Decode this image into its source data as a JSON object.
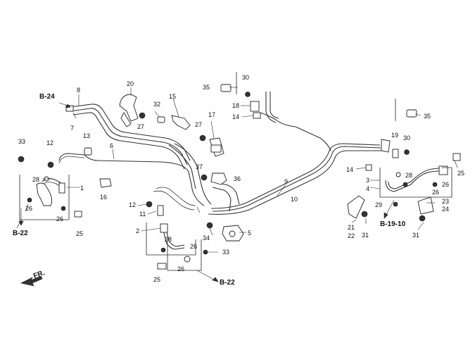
{
  "diagram": {
    "labels": {
      "l1": "1",
      "l2": "2",
      "l3": "3",
      "l4": "4",
      "l5": "5",
      "l6": "6",
      "l7": "7",
      "l8": "8",
      "l9": "9",
      "l10": "10",
      "l11": "11",
      "l12a": "12",
      "l12b": "12",
      "l13": "13",
      "l14a": "14",
      "l14b": "14",
      "l15": "15",
      "l16": "16",
      "l17": "17",
      "l18": "18",
      "l19": "19",
      "l20": "20",
      "l21": "21",
      "l22": "22",
      "l23": "23",
      "l24": "24",
      "l25a": "25",
      "l25b": "25",
      "l25c": "25",
      "l26a": "26",
      "l26b": "26",
      "l26c": "26",
      "l26d": "26",
      "l26e": "26",
      "l26f": "26",
      "l27a": "27",
      "l27b": "27",
      "l28a": "28",
      "l28b": "28",
      "l28c": "28",
      "l29": "29",
      "l30a": "30",
      "l30b": "30",
      "l31a": "31",
      "l31b": "31",
      "l32": "32",
      "l33a": "33",
      "l33b": "33",
      "l34": "34",
      "l35a": "35",
      "l35b": "35",
      "l36": "36",
      "l37": "37"
    },
    "refs": {
      "b24": "B-24",
      "b22_left": "B-22",
      "b22_bottom": "B-22",
      "b1910": "B-19-10"
    },
    "direction": "FR."
  }
}
